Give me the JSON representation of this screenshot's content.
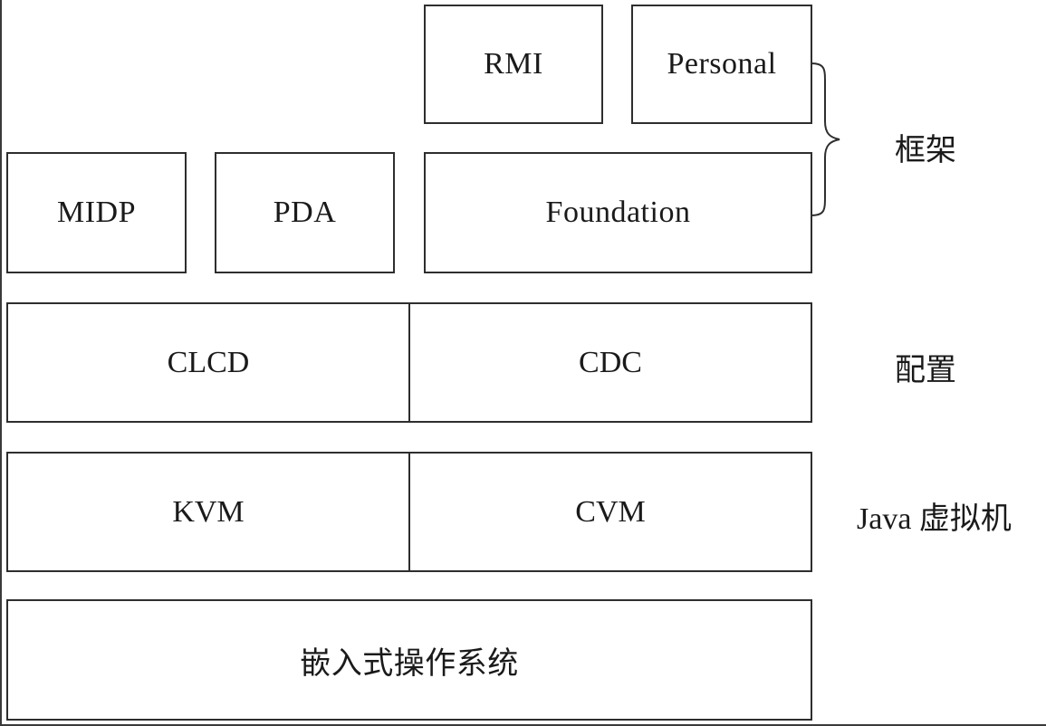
{
  "framework": {
    "rmi": "RMI",
    "personal": "Personal",
    "midp": "MIDP",
    "pda": "PDA",
    "foundation": "Foundation",
    "label": "框架"
  },
  "configuration": {
    "clcd": "CLCD",
    "cdc": "CDC",
    "label": "配置"
  },
  "vm": {
    "kvm": "KVM",
    "cvm": "CVM",
    "label": "Java 虚拟机"
  },
  "os": {
    "label": "嵌入式操作系统"
  }
}
